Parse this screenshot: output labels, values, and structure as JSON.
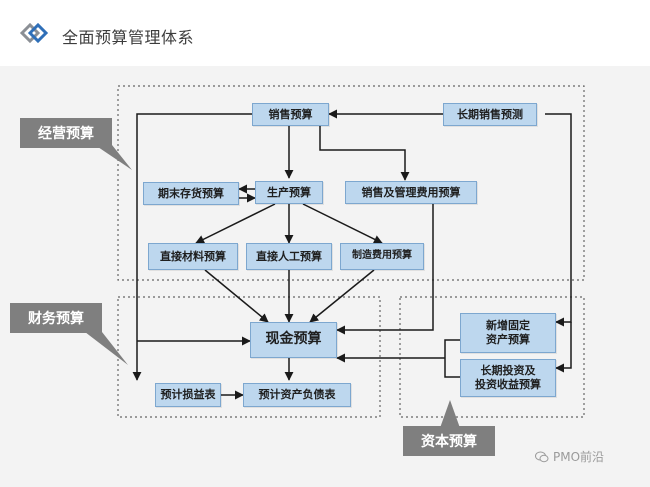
{
  "header": {
    "title": "全面预算管理体系"
  },
  "sections": {
    "operating": "经营预算",
    "financial": "财务预算",
    "capital": "资本预算"
  },
  "boxes": {
    "sales": "销售预算",
    "long_term_sales": "长期销售预测",
    "ending_inventory": "期末存货预算",
    "production": "生产预算",
    "sales_admin": "销售及管理费用预算",
    "direct_materials": "直接材料预算",
    "direct_labor": "直接人工预算",
    "manufacturing_overhead": "制造费用预算",
    "cash": "现金预算",
    "new_fixed_assets": "新增固定\n资产预算",
    "long_term_investment": "长期投资及\n投资收益预算",
    "income_statement": "预计损益表",
    "balance_sheet": "预计资产负债表"
  },
  "watermark": "PMO前沿"
}
